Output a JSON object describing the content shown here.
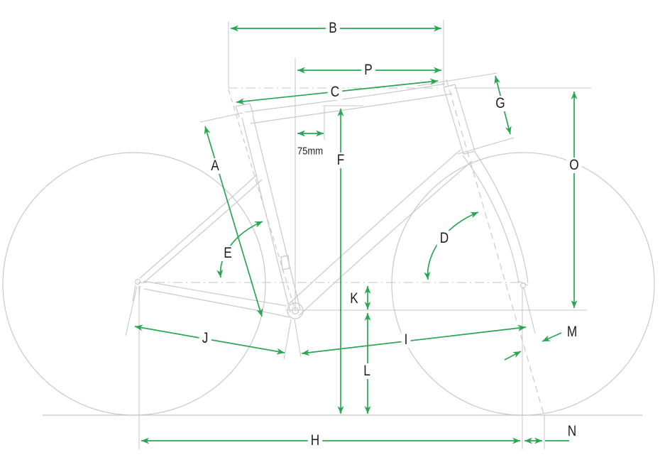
{
  "diagram": {
    "kind": "bicycle-frame-geometry",
    "colors": {
      "dimension_green": "#2AA652",
      "frame_gray": "#C9C9C9",
      "reference_gray": "#C5C5C5",
      "label_text": "#1D1D1D",
      "background": "#FFFFFF"
    },
    "labels": {
      "a": "A",
      "b": "B",
      "c": "C",
      "d": "D",
      "e": "E",
      "f": "F",
      "g": "G",
      "h": "H",
      "i": "I",
      "j": "J",
      "k": "K",
      "l": "L",
      "m": "M",
      "n": "N",
      "o": "O",
      "p": "P",
      "offset_75mm": "75mm"
    }
  }
}
